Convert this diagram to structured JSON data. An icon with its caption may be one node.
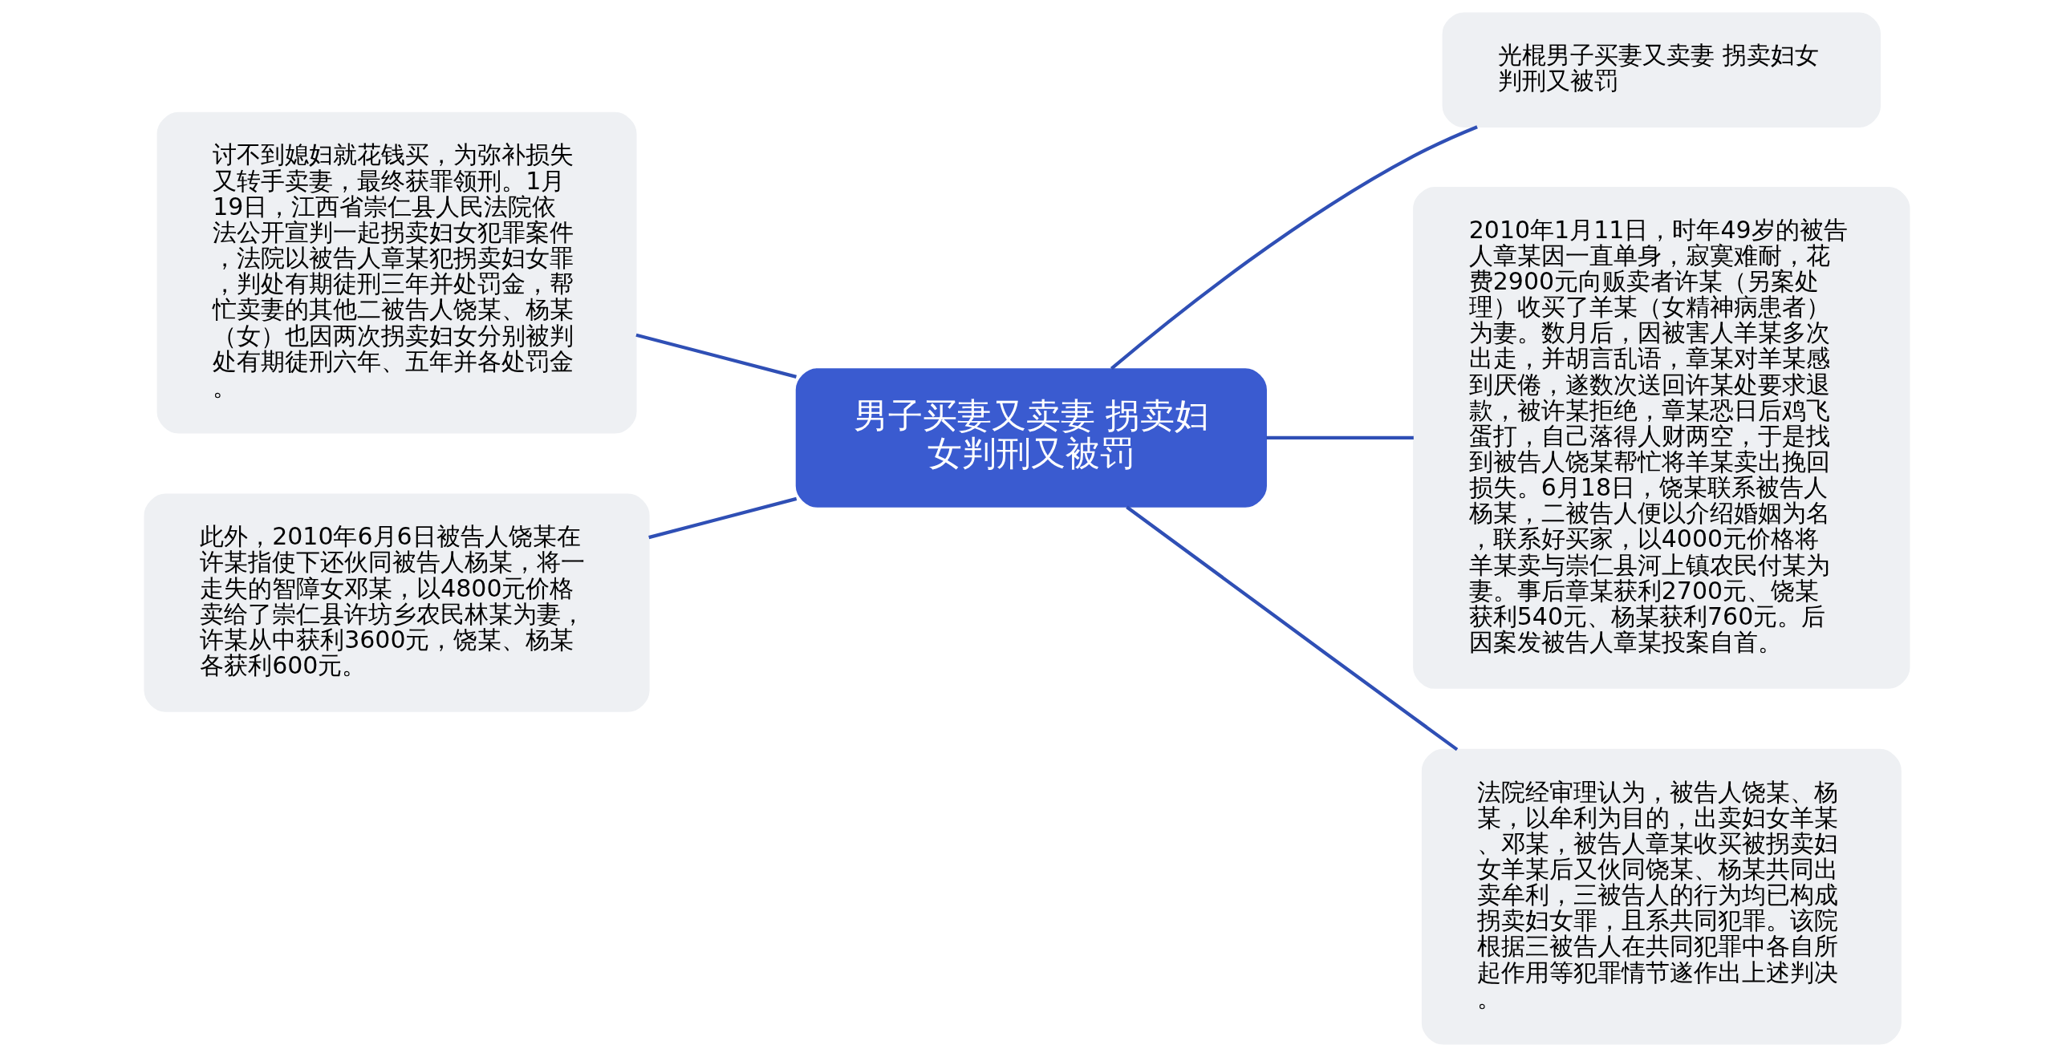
{
  "diagram": {
    "nodes": [
      {
        "text": [
          "男子买妻又卖妻 拐卖妇女判刑又被罚"
        ]
      },
      {
        "text": [
          "光棍男子买妻又卖妻 拐卖妇女判刑又被罚"
        ]
      },
      {
        "text": [
          "2010年1月11日，时年49岁的被告人章某因一直单身，寂寞难耐，花费2900元向贩卖者许某（另案处理）收买了羊某（女精神病患者）为妻。数月后，因被害人羊某多次出走，并胡言乱语，章某对羊某感到厌倦，遂数次送回许某处要求退款，被许某拒绝，章某恐日后鸡飞蛋打，自己落得人财两空，于是找到被告人饶某帮忙将羊某卖出挽回损失。6月18日，饶某联系被告人杨某，二被告人便以介绍婚姻为名，联系好买家，以4000元价格将羊某卖与崇仁县河上镇农民付某为妻。事后章某获利2700元、饶某获利540元、杨某获利760元。后因案发被告人章某投案自首。"
        ]
      },
      {
        "text": [
          "法院经审理认为，被告人饶某、杨某，以牟利为目的，出卖妇女羊某、邓某，被告人章某收买被拐卖妇女羊某后又伙同饶某、杨某共同出卖牟利，三被告人的行为均已构成拐卖妇女罪，且系共同犯罪。该院根据三被告人在共同犯罪中各自所起作用等犯罪情节遂作出上述判决。"
        ]
      },
      {
        "text": [
          "讨不到媳妇就花钱买，为弥补损失又转手卖妻，最终获罪领刑。1月19日，江西省崇仁县人民法院依法公开宣判一起拐卖妇女犯罪案件，法院以被告人章某犯拐卖妇女罪，判处有期徒刑三年并处罚金，帮忙卖妻的其他二被告人饶某、杨某（女）也因两次拐卖妇女分别被判处有期徒刑六年、五年并各处罚金。"
        ]
      },
      {
        "text": [
          "此外，2010年6月6日被告人饶某在许某指使下还伙同被告人杨某，将一走失的智障女邓某，以4800元价格卖给了崇仁县许坊乡农民林某为妻，许某从中获利3600元，饶某、杨某各获利600元。"
        ]
      }
    ],
    "edges": [
      {
        "from": 0,
        "to": 1,
        "arrow": "none"
      },
      {
        "from": 0,
        "to": 2,
        "arrow": "none"
      },
      {
        "from": 0,
        "to": 3,
        "arrow": "none"
      },
      {
        "from": 0,
        "to": 4,
        "arrow": "none"
      },
      {
        "from": 0,
        "to": 5,
        "arrow": "none"
      }
    ]
  }
}
